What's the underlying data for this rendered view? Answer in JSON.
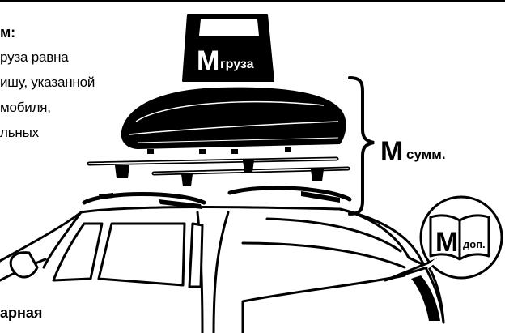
{
  "text_lines": [
    {
      "text": "м:",
      "bold": true
    },
    {
      "text": "руза равна",
      "bold": false
    },
    {
      "text": "ишу, указанной",
      "bold": false
    },
    {
      "text": "мобиля,",
      "bold": false
    },
    {
      "text": "льных",
      "bold": false
    }
  ],
  "bottom_heading": "арная",
  "labels": {
    "cargo": {
      "letter": "M",
      "sub": "груза"
    },
    "sum": {
      "letter": "M",
      "sub": "сумм."
    },
    "manual": {
      "letter": "M",
      "sub": "доп."
    }
  }
}
